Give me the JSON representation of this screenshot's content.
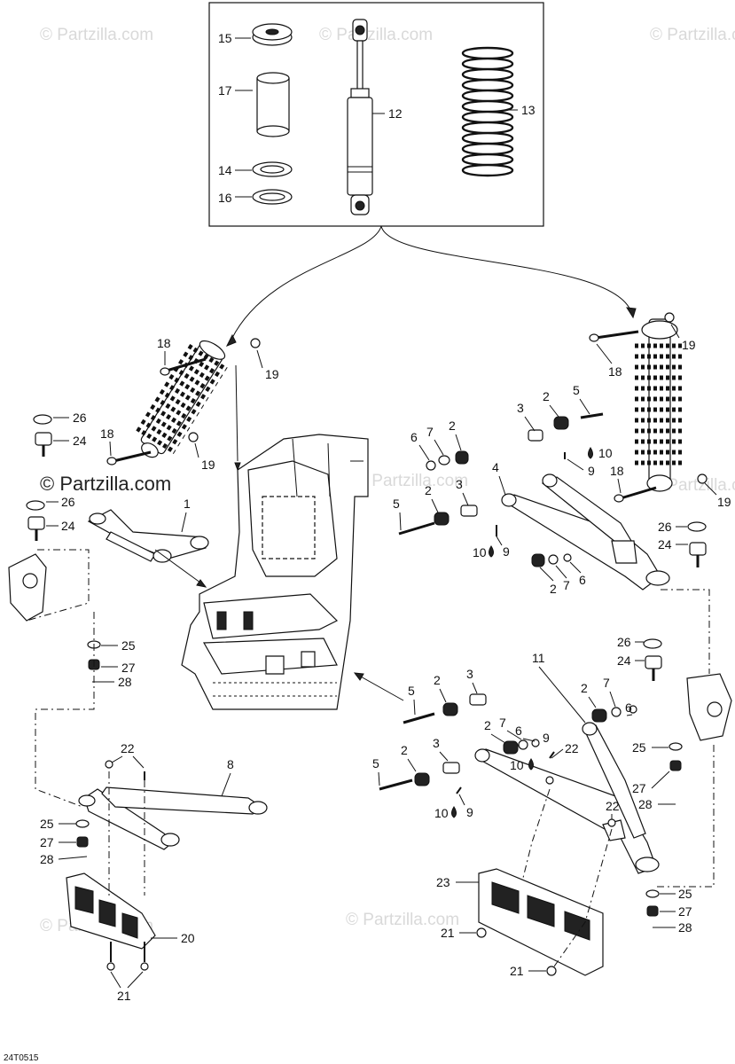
{
  "watermark": {
    "text": "© Partzilla.com",
    "instances": 8
  },
  "inset_box_label": "",
  "drawing_code": "24T0515",
  "callouts": [
    {
      "id": "c15a",
      "text": "15"
    },
    {
      "id": "c17a",
      "text": "17"
    },
    {
      "id": "c14a",
      "text": "14"
    },
    {
      "id": "c16a",
      "text": "16"
    },
    {
      "id": "c12a",
      "text": "12"
    },
    {
      "id": "c13a",
      "text": "13"
    },
    {
      "id": "c18a",
      "text": "18"
    },
    {
      "id": "c19a",
      "text": "19"
    },
    {
      "id": "c26a",
      "text": "26"
    },
    {
      "id": "c24a",
      "text": "24"
    },
    {
      "id": "c18b",
      "text": "18"
    },
    {
      "id": "c19b",
      "text": "19"
    },
    {
      "id": "c26b",
      "text": "26"
    },
    {
      "id": "c24b",
      "text": "24"
    },
    {
      "id": "c1a",
      "text": "1"
    },
    {
      "id": "c25a",
      "text": "25"
    },
    {
      "id": "c27a",
      "text": "27"
    },
    {
      "id": "c28a",
      "text": "28"
    },
    {
      "id": "c18c",
      "text": "18"
    },
    {
      "id": "c19c",
      "text": "19"
    },
    {
      "id": "c2a",
      "text": "2"
    },
    {
      "id": "c5a",
      "text": "5"
    },
    {
      "id": "c3a",
      "text": "3"
    },
    {
      "id": "c6a",
      "text": "6"
    },
    {
      "id": "c7a",
      "text": "7"
    },
    {
      "id": "c2b",
      "text": "2"
    },
    {
      "id": "c10a",
      "text": "10"
    },
    {
      "id": "c9a",
      "text": "9"
    },
    {
      "id": "c4a",
      "text": "4"
    },
    {
      "id": "c18d",
      "text": "18"
    },
    {
      "id": "c2c",
      "text": "2"
    },
    {
      "id": "c3b",
      "text": "3"
    },
    {
      "id": "c5b",
      "text": "5"
    },
    {
      "id": "c10b",
      "text": "10"
    },
    {
      "id": "c9b",
      "text": "9"
    },
    {
      "id": "c19d",
      "text": "19"
    },
    {
      "id": "c26c",
      "text": "26"
    },
    {
      "id": "c24c",
      "text": "24"
    },
    {
      "id": "c2d",
      "text": "2"
    },
    {
      "id": "c7b",
      "text": "7"
    },
    {
      "id": "c6b",
      "text": "6"
    },
    {
      "id": "c26d",
      "text": "26"
    },
    {
      "id": "c24d",
      "text": "24"
    },
    {
      "id": "c11a",
      "text": "11"
    },
    {
      "id": "c3c",
      "text": "3"
    },
    {
      "id": "c2e",
      "text": "2"
    },
    {
      "id": "c5c",
      "text": "5"
    },
    {
      "id": "c2f",
      "text": "2"
    },
    {
      "id": "c7c",
      "text": "7"
    },
    {
      "id": "c6c",
      "text": "6"
    },
    {
      "id": "c7d",
      "text": "7"
    },
    {
      "id": "c3d",
      "text": "3"
    },
    {
      "id": "c2g",
      "text": "2"
    },
    {
      "id": "c6d",
      "text": "6"
    },
    {
      "id": "c9c",
      "text": "9"
    },
    {
      "id": "c10c",
      "text": "10"
    },
    {
      "id": "c22a",
      "text": "22"
    },
    {
      "id": "c5d",
      "text": "5"
    },
    {
      "id": "c2h",
      "text": "2"
    },
    {
      "id": "c25b",
      "text": "25"
    },
    {
      "id": "c27b",
      "text": "27"
    },
    {
      "id": "c28b",
      "text": "28"
    },
    {
      "id": "c10d",
      "text": "10"
    },
    {
      "id": "c9d",
      "text": "9"
    },
    {
      "id": "c22b",
      "text": "22"
    },
    {
      "id": "c22c",
      "text": "22"
    },
    {
      "id": "c8a",
      "text": "8"
    },
    {
      "id": "c25c",
      "text": "25"
    },
    {
      "id": "c27c",
      "text": "27"
    },
    {
      "id": "c28c",
      "text": "28"
    },
    {
      "id": "c23a",
      "text": "23"
    },
    {
      "id": "c25d",
      "text": "25"
    },
    {
      "id": "c27d",
      "text": "27"
    },
    {
      "id": "c28d",
      "text": "28"
    },
    {
      "id": "c20a",
      "text": "20"
    },
    {
      "id": "c21a",
      "text": "21"
    },
    {
      "id": "c21b",
      "text": "21"
    },
    {
      "id": "c21c",
      "text": "21"
    }
  ]
}
